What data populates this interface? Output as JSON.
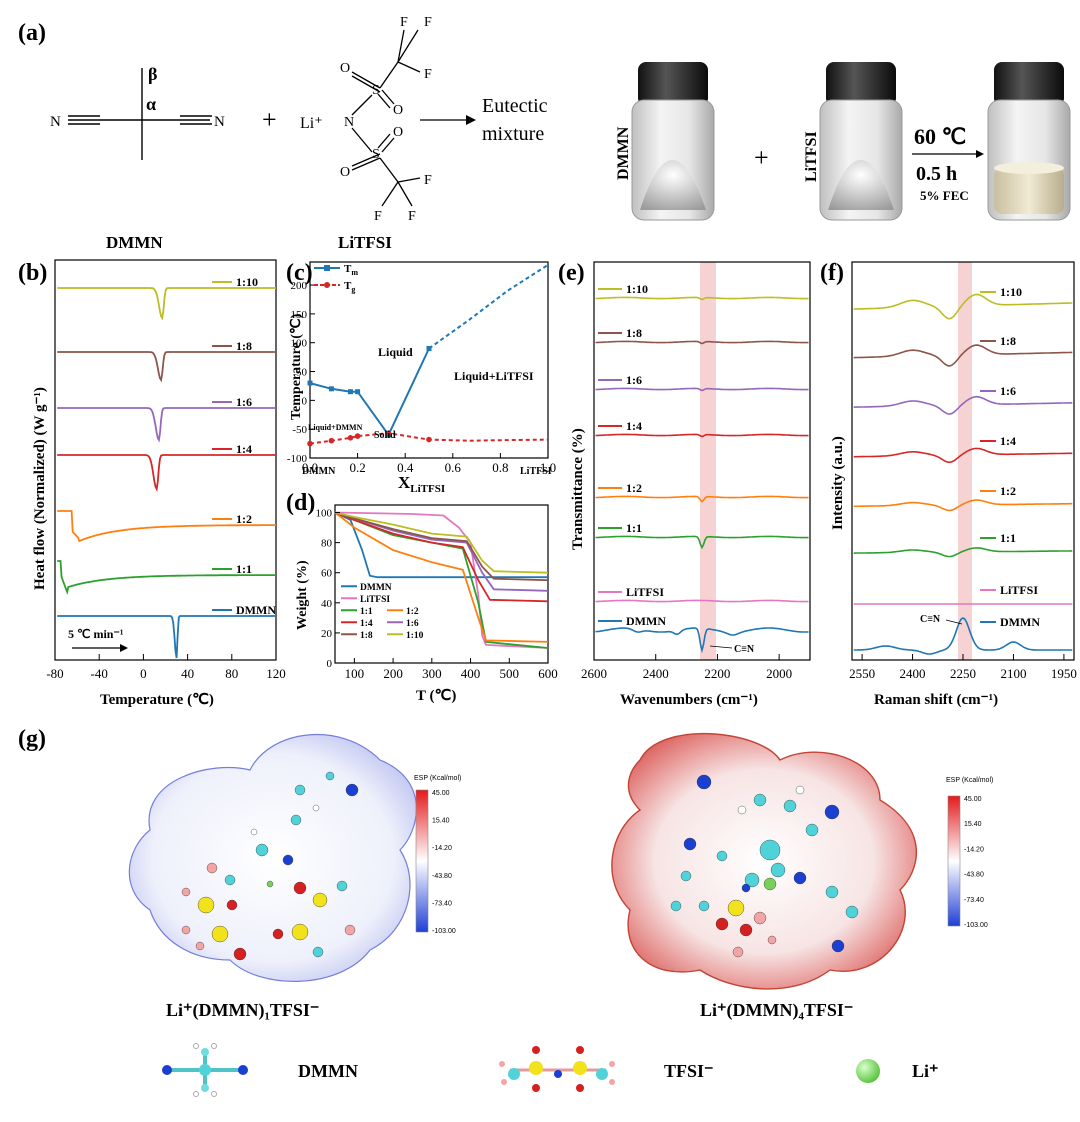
{
  "panels": {
    "a": "(a)",
    "b": "(b)",
    "c": "(c)",
    "d": "(d)",
    "e": "(e)",
    "f": "(f)",
    "g": "(g)"
  },
  "scheme": {
    "beta": "β",
    "alpha": "α",
    "n_left": "N",
    "n_right": "N",
    "plus1": "+",
    "li": "Li⁺",
    "n_mid": "N",
    "o1": "O",
    "o2": "O",
    "o3": "O",
    "o4": "O",
    "s1": "S",
    "s2": "S",
    "f1": "F",
    "f2": "F",
    "f3": "F",
    "f4": "F",
    "f5": "F",
    "f6": "F",
    "eutectic1": "Eutectic",
    "eutectic2": "mixture",
    "dmmn": "DMMN",
    "litfsi": "LiTFSI",
    "vial_dmmn": "DMMN",
    "vial_litfsi": "LiTFSI",
    "plus2": "+",
    "temp": "60 ℃",
    "time": "0.5 h",
    "fec": "5% FEC"
  },
  "colors": {
    "c1_10": "#bcbd22",
    "c1_8": "#8c564b",
    "c1_6": "#9467bd",
    "c1_4": "#d62728",
    "c1_2": "#ff7f0e",
    "c1_1": "#2ca02c",
    "clitfsi": "#e377c2",
    "cdmmn": "#1f77b4",
    "highlight": "#f6d2d2"
  },
  "chart_data": [
    {
      "panel": "b",
      "type": "line",
      "xlabel": "Temperature (℃)",
      "ylabel": "Heat flow (Normalized) (W g⁻¹)",
      "xlim": [
        -80,
        120
      ],
      "xticks": [
        "-80",
        "-40",
        "0",
        "40",
        "80",
        "120"
      ],
      "annotation": "5 ℃ min⁻¹",
      "series": [
        {
          "name": "1:10"
        },
        {
          "name": "1:8"
        },
        {
          "name": "1:6"
        },
        {
          "name": "1:4"
        },
        {
          "name": "1:2"
        },
        {
          "name": "1:1"
        },
        {
          "name": "DMMN"
        }
      ],
      "peaks_celsius": {
        "1:10": 17,
        "1:8": 16,
        "1:6": 14,
        "1:4": 12,
        "1:2": -58,
        "1:1": -68,
        "DMMN": 30
      }
    },
    {
      "panel": "c",
      "type": "line",
      "xlabel": "X",
      "xlabel_sub": "LiTFSI",
      "ylabel": "Temperature (℃)",
      "xlim": [
        0,
        1
      ],
      "ylim": [
        -100,
        240
      ],
      "xticks": [
        "0.0",
        "0.2",
        "0.4",
        "0.6",
        "0.8",
        "1.0"
      ],
      "yticks": [
        "-100",
        "-50",
        "0",
        "50",
        "100",
        "150",
        "200"
      ],
      "end_left": "DMMN",
      "end_right": "LiTFSI",
      "regions": [
        "Liquid",
        "Liquid+LiTFSI",
        "Liquid+DMMN",
        "Solid"
      ],
      "series": [
        {
          "name": "T",
          "sub": "m",
          "x": [
            0.0,
            0.09,
            0.17,
            0.2,
            0.33,
            0.5,
            0.67,
            0.83,
            1.0
          ],
          "y": [
            30,
            20,
            15,
            15,
            -60,
            90,
            140,
            190,
            235
          ]
        },
        {
          "name": "T",
          "sub": "g",
          "x": [
            0.0,
            0.09,
            0.17,
            0.2,
            0.33,
            0.5,
            0.67,
            0.83,
            1.0
          ],
          "y": [
            -75,
            -70,
            -65,
            -62,
            -57,
            -68,
            -70,
            -69,
            -68
          ]
        }
      ]
    },
    {
      "panel": "d",
      "type": "line",
      "xlabel": "T (℃)",
      "ylabel": "Weight (%)",
      "xlim": [
        50,
        600
      ],
      "ylim": [
        0,
        105
      ],
      "xticks": [
        "100",
        "200",
        "300",
        "400",
        "500",
        "600"
      ],
      "yticks": [
        "0",
        "20",
        "40",
        "60",
        "80",
        "100"
      ],
      "series": [
        {
          "name": "DMMN",
          "x": [
            50,
            90,
            120,
            140,
            160,
            600
          ],
          "y": [
            100,
            95,
            75,
            58,
            57,
            57
          ]
        },
        {
          "name": "LiTFSI",
          "x": [
            50,
            250,
            330,
            370,
            400,
            420,
            430,
            440,
            600
          ],
          "y": [
            100,
            99,
            98,
            90,
            80,
            45,
            18,
            12,
            10
          ]
        },
        {
          "name": "1:1",
          "x": [
            50,
            100,
            200,
            300,
            380,
            420,
            440,
            600
          ],
          "y": [
            100,
            95,
            85,
            80,
            76,
            40,
            14,
            10
          ]
        },
        {
          "name": "1:2",
          "x": [
            50,
            100,
            200,
            300,
            380,
            420,
            440,
            600
          ],
          "y": [
            100,
            90,
            75,
            67,
            62,
            30,
            15,
            14
          ]
        },
        {
          "name": "1:4",
          "x": [
            50,
            100,
            200,
            300,
            380,
            420,
            450,
            600
          ],
          "y": [
            100,
            95,
            86,
            80,
            77,
            55,
            42,
            41
          ]
        },
        {
          "name": "1:6",
          "x": [
            50,
            100,
            200,
            300,
            390,
            430,
            460,
            600
          ],
          "y": [
            100,
            96,
            88,
            82,
            80,
            60,
            49,
            48
          ]
        },
        {
          "name": "1:8",
          "x": [
            50,
            100,
            200,
            300,
            390,
            430,
            460,
            600
          ],
          "y": [
            100,
            96,
            89,
            83,
            81,
            64,
            56,
            55
          ]
        },
        {
          "name": "1:10",
          "x": [
            50,
            100,
            200,
            300,
            390,
            430,
            460,
            600
          ],
          "y": [
            100,
            97,
            92,
            86,
            84,
            68,
            61,
            60
          ]
        }
      ]
    },
    {
      "panel": "e",
      "type": "line",
      "xlabel": "Wavenumbers (cm⁻¹)",
      "ylabel": "Transmittance (%)",
      "xlim": [
        2600,
        1900
      ],
      "xticks": [
        "2600",
        "2400",
        "2200",
        "2000"
      ],
      "annotation": "C≡N",
      "series": [
        {
          "name": "1:10"
        },
        {
          "name": "1:8"
        },
        {
          "name": "1:6"
        },
        {
          "name": "1:4"
        },
        {
          "name": "1:2"
        },
        {
          "name": "1:1"
        },
        {
          "name": "LiTFSI"
        },
        {
          "name": "DMMN"
        }
      ]
    },
    {
      "panel": "f",
      "type": "line",
      "xlabel": "Raman shift (cm⁻¹)",
      "ylabel": "Intensity (a.u.)",
      "xlim": [
        2580,
        1920
      ],
      "xticks": [
        "2550",
        "2400",
        "2250",
        "2100",
        "1950"
      ],
      "annotation": "C≡N",
      "series": [
        {
          "name": "1:10"
        },
        {
          "name": "1:8"
        },
        {
          "name": "1:6"
        },
        {
          "name": "1:4"
        },
        {
          "name": "1:2"
        },
        {
          "name": "1:1"
        },
        {
          "name": "LiTFSI"
        },
        {
          "name": "DMMN"
        }
      ]
    }
  ],
  "esp": {
    "title": "ESP (Kcal/mol)",
    "ticks": [
      "45.00",
      "15.40",
      "-14.20",
      "-43.80",
      "-73.40",
      "-103.00"
    ],
    "left_label": "Li⁺(DMMN)₁TFSI⁻",
    "right_label": "Li⁺(DMMN)₄TFSI⁻"
  },
  "legend": {
    "dmmn": "DMMN",
    "tfsi": "TFSI⁻",
    "li": "Li⁺"
  }
}
